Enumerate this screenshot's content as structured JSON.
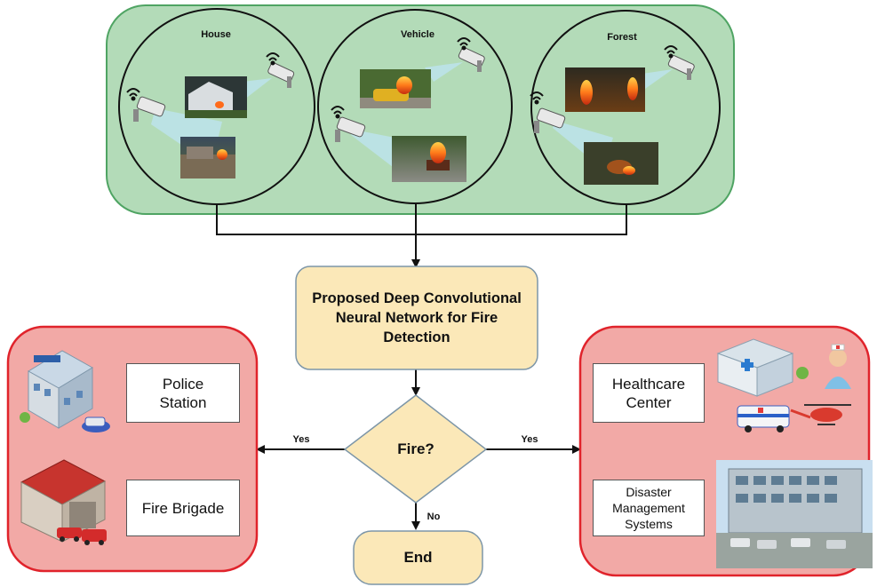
{
  "scenes": {
    "house": {
      "label": "House"
    },
    "vehicle": {
      "label": "Vehicle"
    },
    "forest": {
      "label": "Forest"
    }
  },
  "cnn_box": {
    "text": "Proposed Deep Convolutional Neural Network for Fire Detection"
  },
  "decision": {
    "text": "Fire?"
  },
  "end": {
    "text": "End"
  },
  "edges": {
    "yes_left": "Yes",
    "yes_right": "Yes",
    "no": "No"
  },
  "left_panel": {
    "police": "Police Station",
    "fire_brigade": "Fire Brigade"
  },
  "right_panel": {
    "healthcare": "Healthcare Center",
    "disaster": "Disaster Management Systems"
  },
  "colors": {
    "green_panel": "#b3dbb8",
    "red_panel": "#f2a9a6",
    "cream": "#fbe8b8",
    "panel_red_border": "#e0232b",
    "green_border": "#4fa463"
  }
}
